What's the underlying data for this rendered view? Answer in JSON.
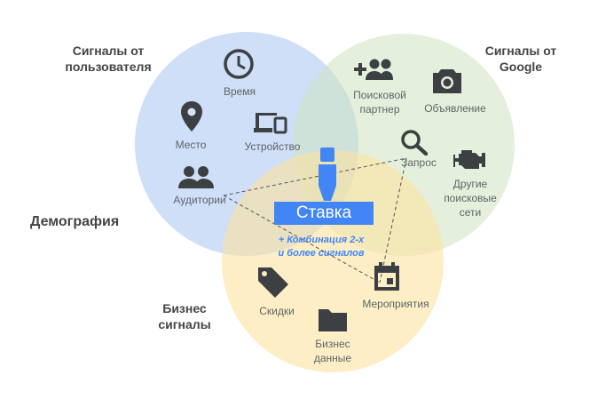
{
  "diagram": {
    "colors": {
      "user_circle": "#a8c4f2",
      "google_circle": "#cfe3c0",
      "business_circle": "#fbe3a0",
      "icon": "#3c4043",
      "accent": "#4285f4"
    },
    "groups": {
      "user": [
        "Сигналы от",
        "пользователя"
      ],
      "google": [
        "Сигналы от",
        "Google"
      ],
      "business": [
        "Бизнес",
        "сигналы"
      ],
      "demographics": "Демография"
    },
    "center": {
      "bid_label": "Ставка",
      "combination": [
        "+ Комбинация 2-х",
        "и более сигналов"
      ]
    },
    "signals": {
      "time": "Время",
      "place": "Место",
      "device": "Устройство",
      "audiences": "Аудитории",
      "search_partner": [
        "Поисковой",
        "партнер"
      ],
      "ad": "Объявление",
      "query": "Запрос",
      "other_search": [
        "Другие",
        "поисковые",
        "сети"
      ],
      "discounts": "Скидки",
      "events": "Мероприятия",
      "business_data": [
        "Бизнес",
        "данные"
      ]
    }
  }
}
